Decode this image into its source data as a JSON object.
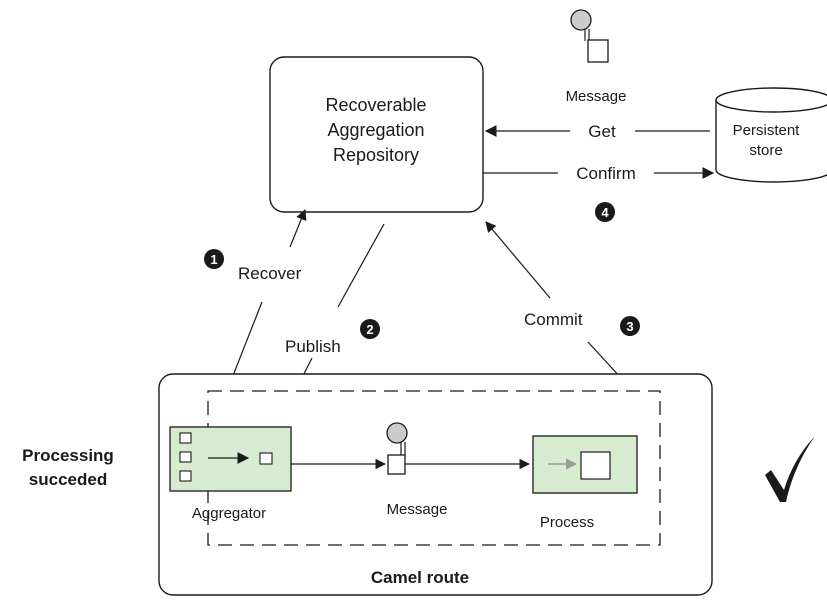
{
  "repository": {
    "line1": "Recoverable",
    "line2": "Aggregation",
    "line3": "Repository"
  },
  "store": {
    "line1": "Persistent",
    "line2": "store"
  },
  "message_top": "Message",
  "message_route": "Message",
  "arrows": {
    "get": "Get",
    "confirm": "Confirm",
    "recover": "Recover",
    "publish": "Publish",
    "commit": "Commit"
  },
  "steps": {
    "one": "1",
    "two": "2",
    "three": "3",
    "four": "4"
  },
  "side_label": {
    "line1": "Processing",
    "line2": "succeded"
  },
  "route": {
    "title": "Camel route",
    "aggregator": "Aggregator",
    "process": "Process"
  },
  "status_icon": "checkmark-icon",
  "colors": {
    "component_fill": "#d6ebcf",
    "bullet_fill": "#1a1a1a",
    "envelope_head": "#cccccc"
  }
}
